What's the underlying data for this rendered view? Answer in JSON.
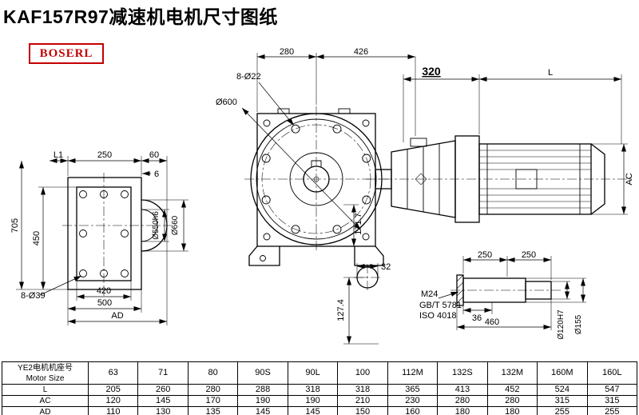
{
  "page": {
    "title": "KAF157R97减速机电机尺寸图纸",
    "brand": "BOSERL"
  },
  "dims": {
    "l1": "L1",
    "top250": "250",
    "top60": "60",
    "top6": "6",
    "h705": "705",
    "h450": "450",
    "holes39": "8-Ø39",
    "w420": "420",
    "w500": "500",
    "ad": "AD",
    "d550": "Ø550h6",
    "d660": "Ø660",
    "w280": "280",
    "w426": "426",
    "holes22": "8-Ø22",
    "d600": "Ø600",
    "v171": "171.7",
    "len320": "320",
    "lenL": "L",
    "ac": "AC",
    "d32": "32",
    "v127": "127.4",
    "s250a": "250",
    "s250b": "250",
    "m24": "M24",
    "gbt": "GB/T 5781",
    "iso": "ISO 4018",
    "s36": "36",
    "s460": "460",
    "d120": "Ø120H7",
    "d155": "Ø155"
  },
  "table": {
    "size_label_cn": "YE2电机机座号",
    "size_label_en": "Motor Size",
    "columns": [
      "63",
      "71",
      "80",
      "90S",
      "90L",
      "100",
      "112M",
      "132S",
      "132M",
      "160M",
      "160L"
    ],
    "rows": [
      {
        "label": "L",
        "values": [
          "205",
          "260",
          "280",
          "288",
          "318",
          "318",
          "365",
          "413",
          "452",
          "524",
          "547"
        ]
      },
      {
        "label": "AC",
        "values": [
          "120",
          "145",
          "170",
          "190",
          "190",
          "210",
          "230",
          "280",
          "280",
          "315",
          "315"
        ]
      },
      {
        "label": "AD",
        "values": [
          "110",
          "130",
          "135",
          "145",
          "145",
          "150",
          "160",
          "180",
          "180",
          "255",
          "255"
        ]
      }
    ]
  }
}
